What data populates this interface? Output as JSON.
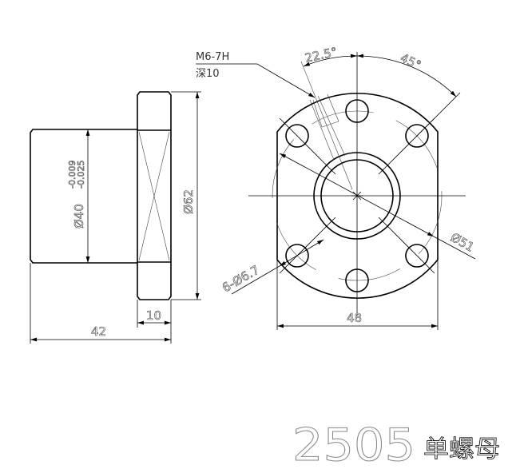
{
  "drawing": {
    "title_code": "2505",
    "title_name": "单螺母",
    "side_view": {
      "body_diameter": "Ø40",
      "tol_upper": "-0.009",
      "tol_lower": "-0.025",
      "flange_diameter": "Ø62",
      "flange_thickness": "10",
      "overall_length": "42"
    },
    "front_view": {
      "thread_callout": "M6-7H",
      "thread_depth": "深10",
      "angle_small": "22.5°",
      "angle_large": "45°",
      "bolt_circle": "Ø51",
      "holes": "6-Ø6.7",
      "flat_width": "48"
    }
  }
}
